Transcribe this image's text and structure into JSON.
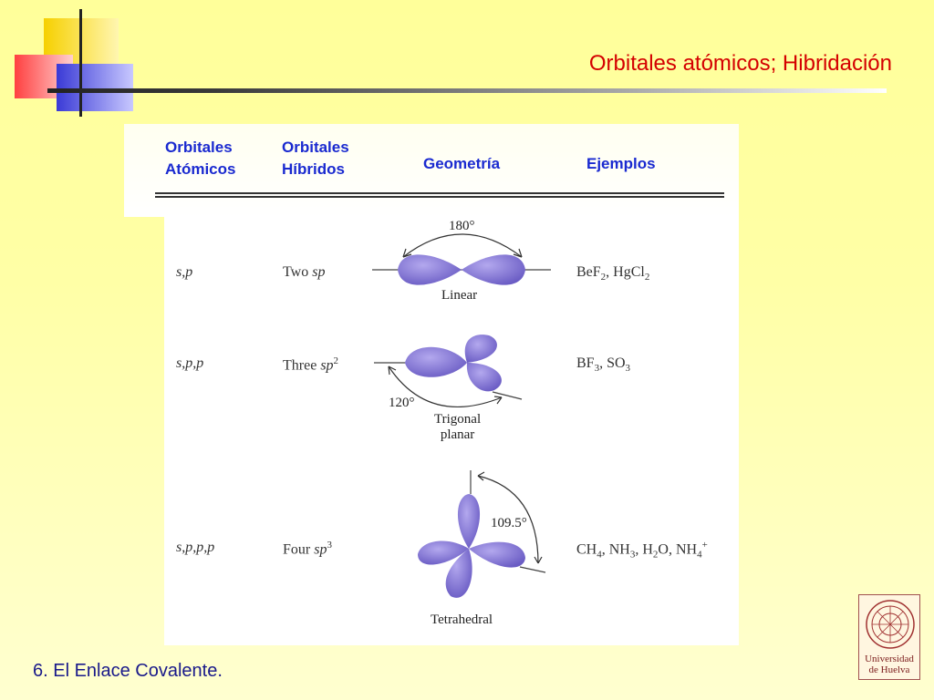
{
  "slide": {
    "title": "Orbitales atómicos; Hibridación",
    "footer": "6. El Enlace Covalente."
  },
  "table": {
    "headers": {
      "atomic_line1": "Orbitales",
      "atomic_line2": "Atómicos",
      "hybrid_line1": "Orbitales",
      "hybrid_line2": "Híbridos",
      "geometry": "Geometría",
      "examples": "Ejemplos"
    },
    "rows": [
      {
        "atomic": "s,p",
        "hybrid_count": "Two",
        "hybrid_type": "sp",
        "hybrid_sup": "",
        "angle": "180°",
        "geometry_line1": "Linear",
        "geometry_line2": ""
      },
      {
        "atomic": "s,p,p",
        "hybrid_count": "Three",
        "hybrid_type": "sp",
        "hybrid_sup": "2",
        "angle": "120°",
        "geometry_line1": "Trigonal",
        "geometry_line2": "planar"
      },
      {
        "atomic": "s,p,p,p",
        "hybrid_count": "Four",
        "hybrid_type": "sp",
        "hybrid_sup": "3",
        "angle": "109.5°",
        "geometry_line1": "Tetrahedral",
        "geometry_line2": ""
      }
    ],
    "examples": {
      "row1": [
        "BeF",
        "2",
        ", HgCl",
        "2"
      ],
      "row2": [
        "BF",
        "3",
        ", SO",
        "3"
      ],
      "row3": [
        "CH",
        "4",
        ", NH",
        "3",
        ", H",
        "2",
        "O, NH",
        "4",
        "+"
      ]
    }
  },
  "logo": {
    "line1": "Universidad",
    "line2": "de Huelva"
  },
  "colors": {
    "title": "#d40000",
    "header": "#1a2ad0",
    "footer": "#1a1a8a",
    "orbital": "#7b6fd0"
  }
}
